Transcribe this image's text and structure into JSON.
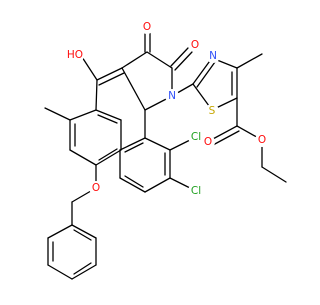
{
  "colors": {
    "bond": "#000000",
    "oxygen": "#ff0d0d",
    "nitrogen": "#3050f8",
    "sulfur": "#c6a700",
    "chlorine": "#1fa01f",
    "background": "#ffffff"
  },
  "atoms": {
    "ho": "HO",
    "o_ketone": "O",
    "o_imide": "O",
    "n_ring": "N",
    "n_thiazole": "N",
    "s_thiazole": "S",
    "cl_upper": "Cl",
    "cl_lower": "Cl",
    "o_ester_carbonyl": "O",
    "o_ester_ether": "O",
    "o_benzyl_ether": "O"
  }
}
